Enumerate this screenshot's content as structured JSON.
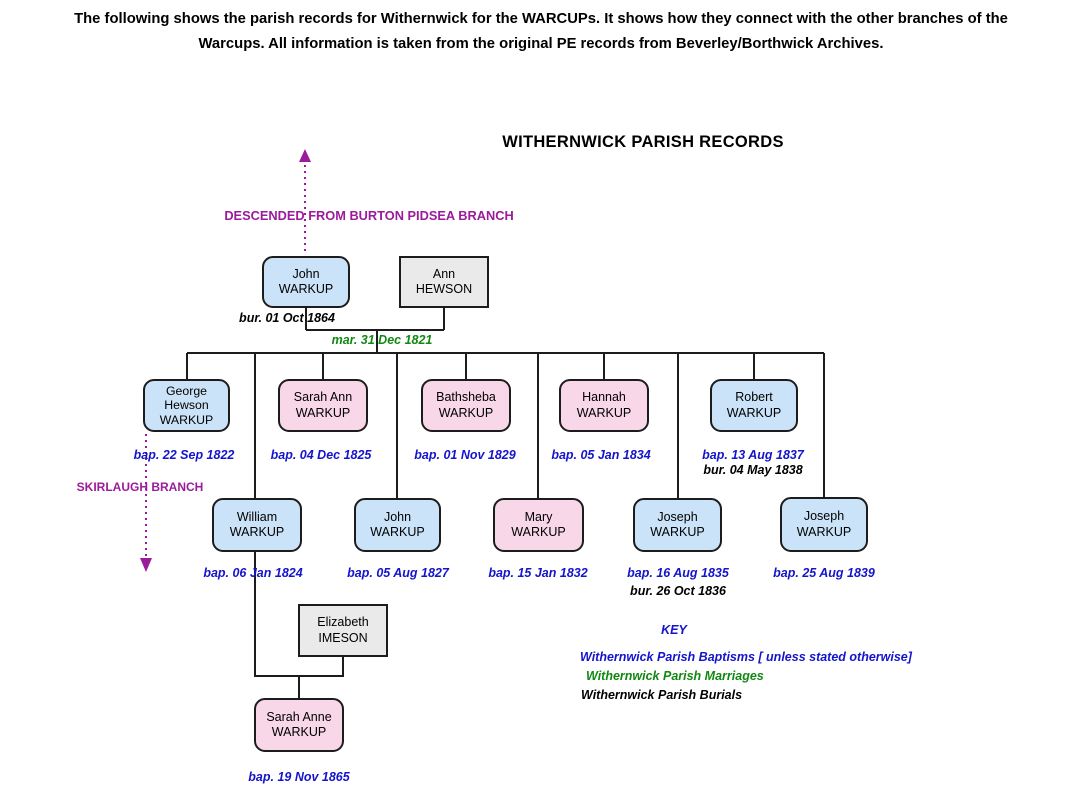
{
  "header": {
    "line1": "The following shows the parish records for Withernwick for the WARCUPs. It shows how they connect with the other branches of the",
    "line2": "Warcups. All information is taken from the original PE records from Beverley/Borthwick Archives."
  },
  "title": "WITHERNWICK PARISH RECORDS",
  "branches": {
    "burton_pidsea": "DESCENDED FROM BURTON PIDSEA BRANCH",
    "skirlaugh": "SKIRLAUGH BRANCH"
  },
  "parents": {
    "father": {
      "name1": "John",
      "name2": "WARKUP",
      "burial": "bur. 01 Oct 1864"
    },
    "mother": {
      "name1": "Ann",
      "name2": "HEWSON"
    },
    "marriage": "mar. 31 Dec 1821"
  },
  "gen1": [
    {
      "name1": "George",
      "name2": "Hewson",
      "name3": "WARKUP",
      "baptism": "bap. 22 Sep 1822"
    },
    {
      "name1": "Sarah Ann",
      "name2": "WARKUP",
      "baptism": "bap. 04 Dec 1825"
    },
    {
      "name1": "Bathsheba",
      "name2": "WARKUP",
      "baptism": "bap. 01 Nov 1829"
    },
    {
      "name1": "Hannah",
      "name2": "WARKUP",
      "baptism": "bap. 05 Jan 1834"
    },
    {
      "name1": "Robert",
      "name2": "WARKUP",
      "baptism": "bap. 13 Aug 1837",
      "burial": "bur. 04 May 1838"
    }
  ],
  "gen1b": [
    {
      "name1": "William",
      "name2": "WARKUP",
      "baptism": "bap. 06 Jan 1824"
    },
    {
      "name1": "John",
      "name2": "WARKUP",
      "baptism": "bap. 05 Aug 1827"
    },
    {
      "name1": "Mary",
      "name2": "WARKUP",
      "baptism": "bap. 15 Jan 1832"
    },
    {
      "name1": "Joseph",
      "name2": "WARKUP",
      "baptism": "bap. 16 Aug 1835",
      "burial": "bur. 26 Oct 1836"
    },
    {
      "name1": "Joseph",
      "name2": "WARKUP",
      "baptism": "bap. 25 Aug 1839"
    }
  ],
  "spouse": {
    "name1": "Elizabeth",
    "name2": "IMESON"
  },
  "gen2": {
    "name1": "Sarah Anne",
    "name2": "WARKUP",
    "baptism": "bap. 19 Nov 1865"
  },
  "key": {
    "title": "KEY",
    "baptisms": "Withernwick Parish Baptisms [ unless stated otherwise]",
    "marriages": "Withernwick Parish Marriages",
    "burials": "Withernwick Parish Burials"
  },
  "colors": {
    "male_box": "#CBE3F8",
    "female_box": "#F8D7E8",
    "neutral_box": "#EAEAEA",
    "baptism": "#1414CC",
    "marriage": "#118811",
    "burial": "#000000",
    "branch": "#9B1B9B",
    "line": "#1C1C1C"
  }
}
